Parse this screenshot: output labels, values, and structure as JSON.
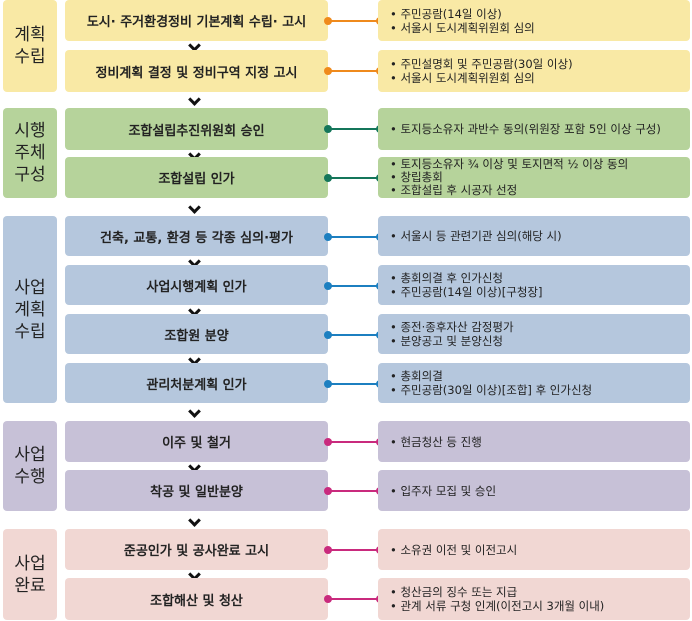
{
  "phases": [
    {
      "label": [
        "계획",
        "수립"
      ],
      "color": "#f9e9a5",
      "connector": "#ef8a1c",
      "steps": [
        {
          "title": "도시·  주거환경정비 기본계획 수립·  고시",
          "details": [
            "주민공람(14일 이상)",
            "서울시 도시계획위원회 심의"
          ]
        },
        {
          "title": "정비계획 결정 및 정비구역 지정 고시",
          "details": [
            "주민설명회 및 주민공람(30일 이상)",
            "서울시 도시계획위원회 심의"
          ]
        }
      ]
    },
    {
      "label": [
        "시행",
        "주체",
        "구성"
      ],
      "color": "#b6d39b",
      "connector": "#14765a",
      "steps": [
        {
          "title": "조합설립추진위원회 승인",
          "details": [
            "토지등소유자 과반수 동의(위원장 포함 5인 이상 구성)"
          ]
        },
        {
          "title": "조합설립 인가",
          "details": [
            "토지등소유자 ¾ 이상 및 토지면적 ½ 이상 동의",
            "창립총회",
            "조합설립 후 시공자 선정"
          ]
        }
      ]
    },
    {
      "label": [
        "사업",
        "계획",
        "수립"
      ],
      "color": "#b5c7dd",
      "connector": "#1c7fc0",
      "steps": [
        {
          "title": "건축, 교통, 환경 등 각종 심의·평가",
          "details": [
            "서울시 등 관련기관 심의(해당 시)"
          ]
        },
        {
          "title": "사업시행계획 인가",
          "details": [
            "총회의결 후 인가신청",
            "주민공람(14일 이상)[구청장]"
          ]
        },
        {
          "title": "조합원 분양",
          "details": [
            "종전·종후자산 감정평가",
            "분양공고 및 분양신청"
          ]
        },
        {
          "title": "관리처분계획 인가",
          "details": [
            "총회의결",
            "주민공람(30일 이상)[조합] 후 인가신청"
          ]
        }
      ]
    },
    {
      "label": [
        "사업",
        "수행"
      ],
      "color": "#c7c1d7",
      "connector": "#c92a7d",
      "steps": [
        {
          "title": "이주 및 철거",
          "details": [
            "현금청산 등 진행"
          ]
        },
        {
          "title": "착공 및 일반분양",
          "details": [
            "입주자 모집 및 승인"
          ]
        }
      ]
    },
    {
      "label": [
        "사업",
        "완료"
      ],
      "color": "#f1d7d3",
      "connector": "#c92a7d",
      "steps": [
        {
          "title": "준공인가 및 공사완료 고시",
          "details": [
            "소유권 이전 및 이전고시"
          ]
        },
        {
          "title": "조합해산 및 청산",
          "details": [
            "청산금의 징수 또는 지급",
            "관계 서류 구청 인계(이전고시 3개월 이내)"
          ]
        }
      ]
    }
  ]
}
